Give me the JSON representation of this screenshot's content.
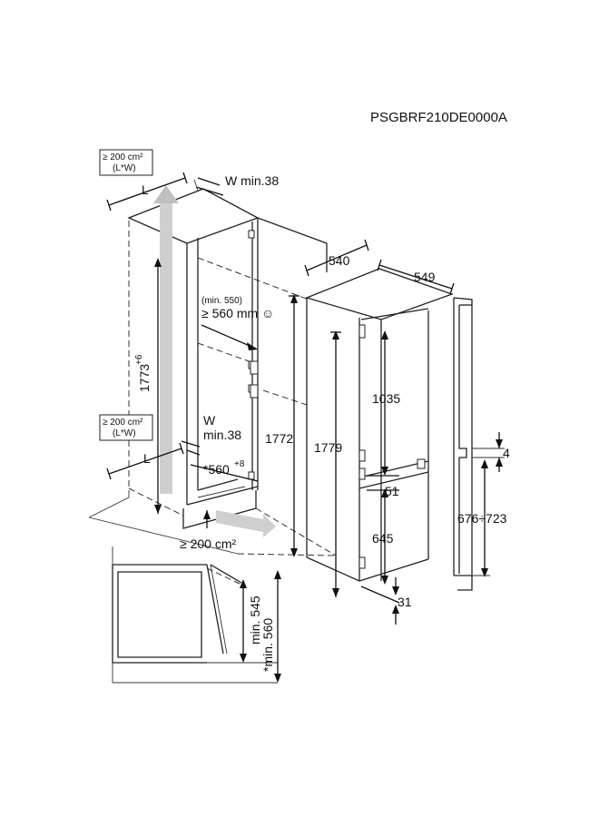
{
  "code": "PSGBRF210DE0000A",
  "labels": {
    "vent_top_area": "≥ 200 cm²",
    "vent_top_lw": "(L*W)",
    "vent_mid_area": "≥ 200 cm²",
    "vent_mid_lw": "(L*W)",
    "top_l": "L",
    "mid_l": "L",
    "top_w": "W min.38",
    "mid_w_1": "W",
    "mid_w_2": "min.38",
    "niche_height": "1773",
    "niche_height_tol": "+6",
    "niche_depth_min": "(min. 550)",
    "niche_depth_rec": "≥ 560 mm ☺",
    "niche_width": "*560",
    "niche_width_tol": "+8",
    "vent_bottom": "≥ 200 cm²",
    "appliance_depth": "540",
    "appliance_width": "549",
    "appliance_height_inner": "1772",
    "appliance_height": "1779",
    "fridge_door": "1035",
    "door_gap": "51",
    "freezer_door": "645",
    "bottom_offset": "31",
    "slide_gap": "4",
    "slide_range": "676÷723",
    "side_min": "min. 545",
    "side_min_star": "*min. 560"
  },
  "colors": {
    "arrow_gray": "#bfbfbf",
    "line": "#222222"
  },
  "icons": [
    "ventilation-up-arrow",
    "ventilation-side-arrow",
    "smiley-icon"
  ]
}
